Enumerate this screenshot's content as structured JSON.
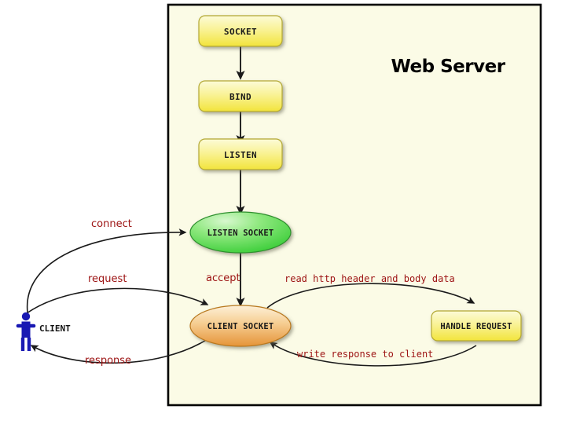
{
  "diagram": {
    "title": "Web Server",
    "frame_fill": "#fbfbe6",
    "frame_stroke": "#000000",
    "edge_label_color": "#9c1212",
    "nodes": {
      "socket": {
        "label": "SOCKET",
        "shape": "rounded-box",
        "fill": "#f5ec6a"
      },
      "bind": {
        "label": "BIND",
        "shape": "rounded-box",
        "fill": "#f5ec6a"
      },
      "listen": {
        "label": "LISTEN",
        "shape": "rounded-box",
        "fill": "#f5ec6a"
      },
      "listen_socket": {
        "label": "LISTEN SOCKET",
        "shape": "ellipse",
        "fill": "#55dd55"
      },
      "client_socket": {
        "label": "CLIENT SOCKET",
        "shape": "ellipse",
        "fill": "#eea959"
      },
      "handle_request": {
        "label": "HANDLE REQUEST",
        "shape": "rounded-box",
        "fill": "#f5ec6a"
      },
      "client": {
        "label": "CLIENT",
        "shape": "actor",
        "fill": "#1919b3"
      }
    },
    "edges": [
      {
        "id": "socket-bind",
        "label": "",
        "from": "socket",
        "to": "bind"
      },
      {
        "id": "bind-listen",
        "label": "",
        "from": "bind",
        "to": "listen"
      },
      {
        "id": "listen-listen-socket",
        "label": "",
        "from": "listen",
        "to": "listen_socket"
      },
      {
        "id": "connect",
        "label": "connect",
        "from": "client",
        "to": "listen_socket"
      },
      {
        "id": "accept",
        "label": "accept",
        "from": "listen_socket",
        "to": "client_socket"
      },
      {
        "id": "request",
        "label": "request",
        "from": "client",
        "to": "client_socket"
      },
      {
        "id": "response",
        "label": "response",
        "from": "client_socket",
        "to": "client"
      },
      {
        "id": "read-http",
        "label": "read http header and body data",
        "from": "client_socket",
        "to": "handle_request"
      },
      {
        "id": "write-response",
        "label": "write response to client",
        "from": "handle_request",
        "to": "client_socket"
      }
    ]
  }
}
